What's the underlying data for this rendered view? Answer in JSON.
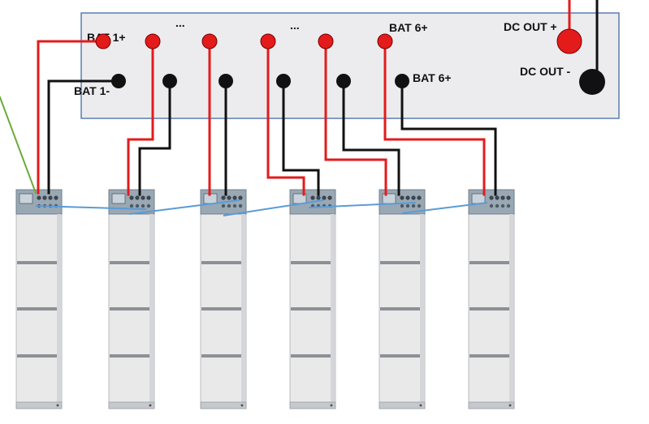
{
  "labels": {
    "bat1_pos": "BAT 1+",
    "bat1_neg": "BAT 1-",
    "bat6_pos": "BAT 6+",
    "bat6_neg": "BAT 6+",
    "dc_out_pos": "DC OUT +",
    "dc_out_neg": "DC OUT -",
    "ellipsis_left": "...",
    "ellipsis_right": "..."
  },
  "battery_modules": [
    {
      "id": "battery-1"
    },
    {
      "id": "battery-2"
    },
    {
      "id": "battery-3"
    },
    {
      "id": "battery-4"
    },
    {
      "id": "battery-5"
    },
    {
      "id": "battery-6"
    }
  ],
  "colors": {
    "positive_wire": "#e31b1b",
    "negative_wire": "#111111",
    "comm_cable": "#5b9bd5",
    "ground_wire": "#6aaa3a",
    "busbar_panel": "#ececef",
    "busbar_border": "#5b7db0",
    "battery_body": "#e9e9ea",
    "battery_header": "#9aa8b4"
  }
}
